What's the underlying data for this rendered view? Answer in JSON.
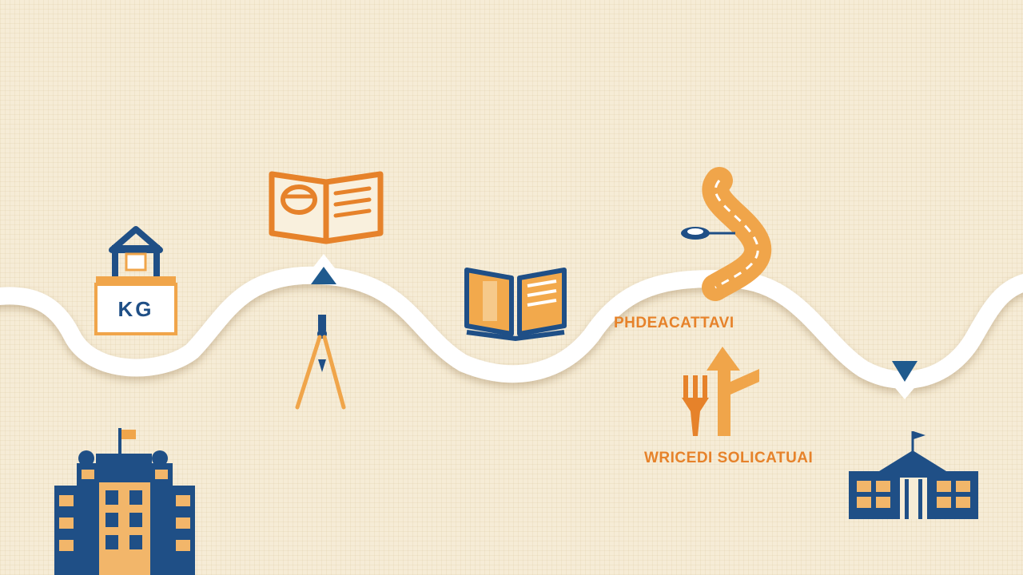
{
  "colors": {
    "background": "#f6ecd6",
    "path": "#ffffff",
    "orange": "#f0a54a",
    "orange_dark": "#e6822a",
    "navy": "#1f4f86"
  },
  "kindergarten": {
    "label": "KG",
    "icon": "house-icon"
  },
  "milestones": [
    {
      "icon": "open-book-icon"
    },
    {
      "icon": "compass-icon"
    },
    {
      "icon": "book-icon"
    },
    {
      "icon": "winding-road-icon"
    },
    {
      "icon": "fork-arrow-icon"
    },
    {
      "icon": "university-icon"
    },
    {
      "icon": "castle-school-icon"
    }
  ],
  "texts": {
    "phrase_1": "PHDEACATTAVI",
    "phrase_2": "WRICEDI SOLICATUAI"
  }
}
